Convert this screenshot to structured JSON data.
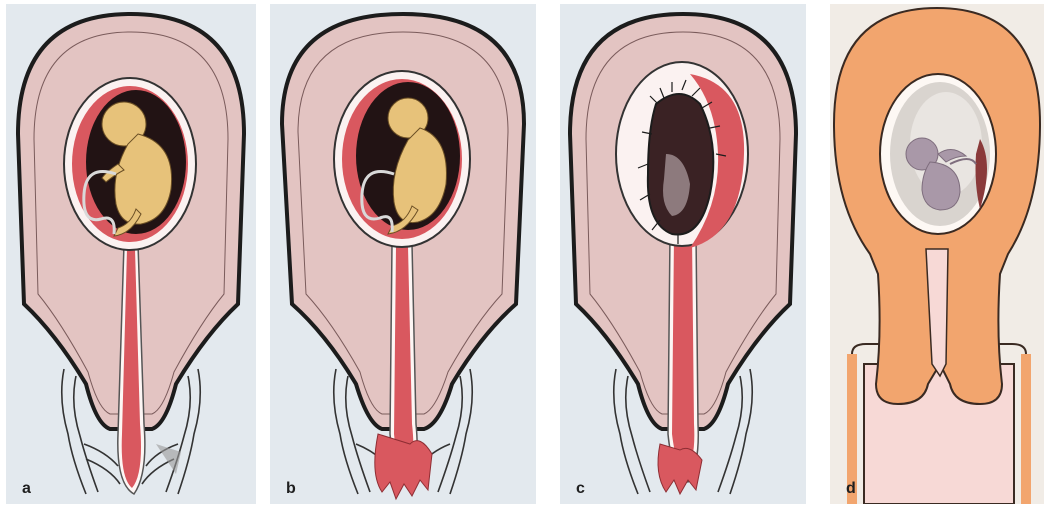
{
  "panels": [
    {
      "label": "a"
    },
    {
      "label": "b"
    },
    {
      "label": "c"
    },
    {
      "label": "d"
    }
  ],
  "colors": {
    "background": "#e3e9ee",
    "uterus_wall": "#e3c4c2",
    "blood": "#d9585f",
    "sac_dark": "#221314",
    "fetus": "#e7c27a",
    "outline": "#1c1c1c",
    "panel_d_background": "#f1ece6",
    "panel_d_uterus": "#f2a56e",
    "panel_d_sac": "#d9d4cf",
    "panel_d_fetus": "#a998a8",
    "panel_d_vagina": "#f7d9d6"
  }
}
